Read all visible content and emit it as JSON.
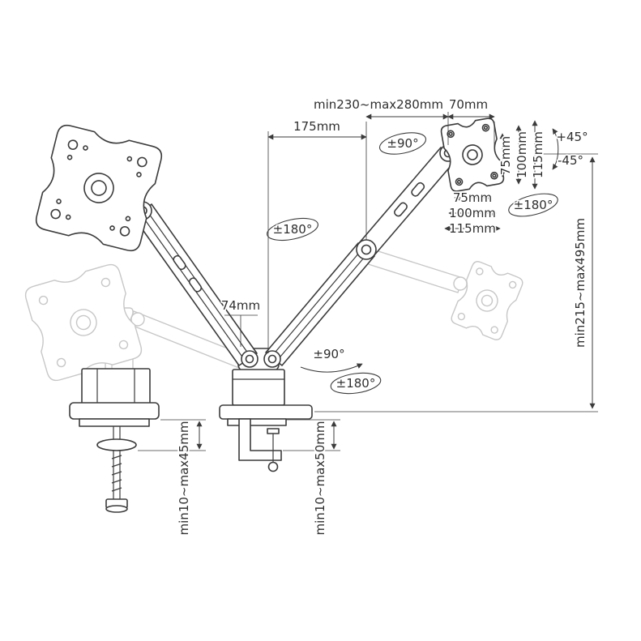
{
  "diagram": {
    "type": "technical-dimension-drawing",
    "subject": "gas-spring monitor desk mount arm",
    "colors": {
      "line": "#3b3b3b",
      "ghost": "#c7c7c7",
      "text": "#2f2f2f",
      "background": "#ffffff"
    },
    "labels": {
      "top_range": "min230~max280mm",
      "top_70": "70mm",
      "top_175": "175mm",
      "tilt_top": "±90°",
      "rot_plus45": "+45°",
      "rot_minus45": "-45°",
      "vesa_v75": "75mm",
      "vesa_v100": "100mm",
      "vesa_v115": "115mm",
      "rot180_right": "±180°",
      "vesa_h75": "75mm",
      "vesa_h100": "100mm",
      "vesa_h115": "115mm",
      "rot180_mid": "±180°",
      "height_range": "min215~max495mm",
      "base_74": "74mm",
      "swivel90": "±90°",
      "swivel180": "±180°",
      "grommet_range": "min10~max45mm",
      "clamp_range": "min10~max50mm"
    }
  }
}
